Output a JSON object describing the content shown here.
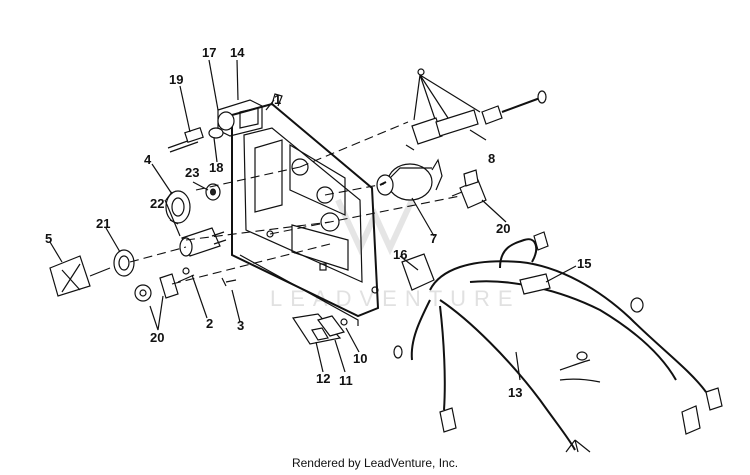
{
  "diagram": {
    "callouts": [
      {
        "id": "c1",
        "text": "1"
      },
      {
        "id": "c2",
        "text": "2"
      },
      {
        "id": "c3",
        "text": "3"
      },
      {
        "id": "c4",
        "text": "4"
      },
      {
        "id": "c5",
        "text": "5"
      },
      {
        "id": "c7",
        "text": "7"
      },
      {
        "id": "c8",
        "text": "8"
      },
      {
        "id": "c10",
        "text": "10"
      },
      {
        "id": "c11",
        "text": "11"
      },
      {
        "id": "c12",
        "text": "12"
      },
      {
        "id": "c13",
        "text": "13"
      },
      {
        "id": "c14",
        "text": "14"
      },
      {
        "id": "c15",
        "text": "15"
      },
      {
        "id": "c16",
        "text": "16"
      },
      {
        "id": "c17",
        "text": "17"
      },
      {
        "id": "c18",
        "text": "18"
      },
      {
        "id": "c19",
        "text": "19"
      },
      {
        "id": "c20a",
        "text": "20"
      },
      {
        "id": "c20b",
        "text": "20"
      },
      {
        "id": "c21",
        "text": "21"
      },
      {
        "id": "c22",
        "text": "22"
      },
      {
        "id": "c23",
        "text": "23"
      }
    ],
    "watermark": "LEADVENTURE"
  },
  "footer": {
    "text": "Rendered by LeadVenture, Inc."
  }
}
